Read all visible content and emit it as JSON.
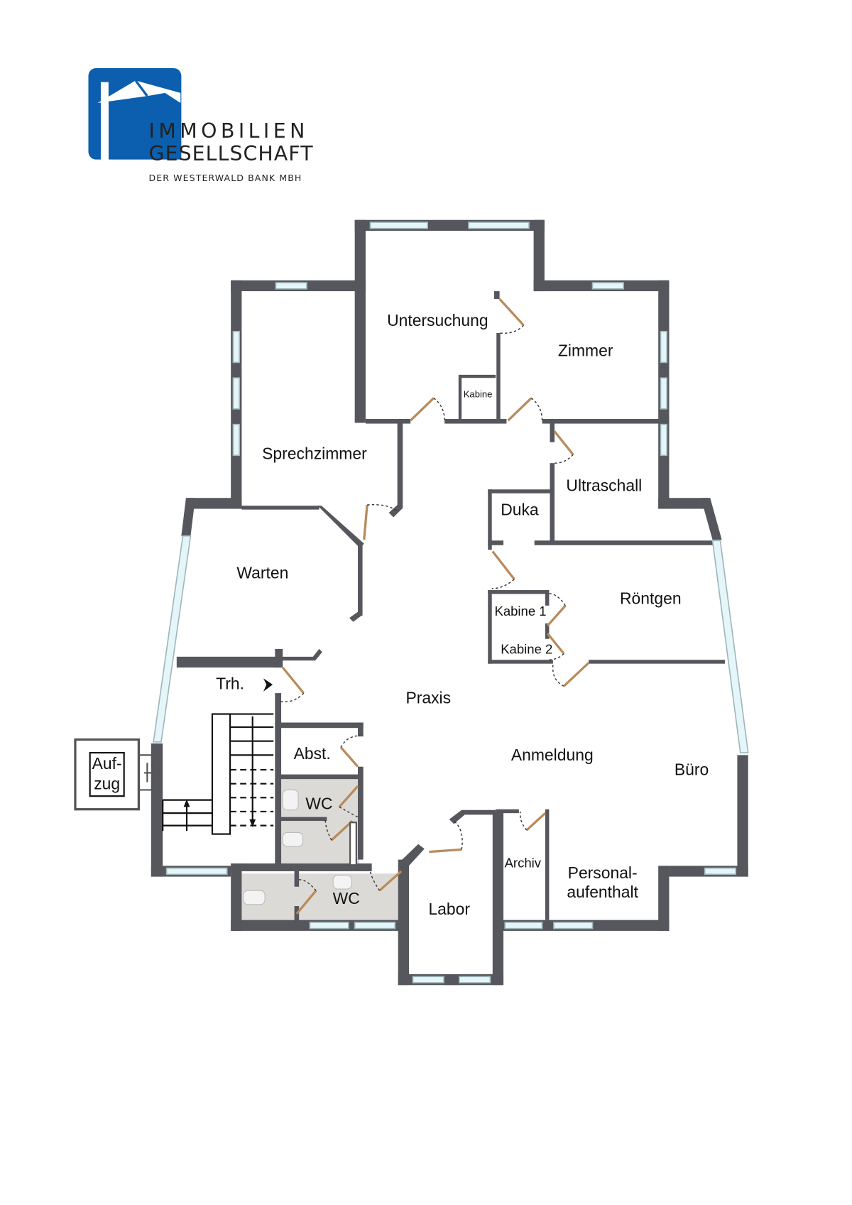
{
  "logo": {
    "line1": "IMMOBILIEN",
    "line2": "GESELLSCHAFT",
    "line3": "DER WESTERWALD BANK MBH",
    "brand_color": "#0b5fae"
  },
  "rooms": {
    "untersuchung": "Untersuchung",
    "kabine": "Kabine",
    "zimmer": "Zimmer",
    "sprechzimmer": "Sprechzimmer",
    "ultraschall": "Ultraschall",
    "duka": "Duka",
    "warten": "Warten",
    "roentgen": "Röntgen",
    "kabine1": "Kabine 1",
    "kabine2": "Kabine 2",
    "trh": "Trh.",
    "praxis": "Praxis",
    "abst": "Abst.",
    "anmeldung": "Anmeldung",
    "buero": "Büro",
    "aufzug1": "Auf-",
    "aufzug2": "zug",
    "wc1": "WC",
    "wc2": "WC",
    "archiv": "Archiv",
    "personal1": "Personal-",
    "personal2": "aufenthalt",
    "labor": "Labor"
  },
  "colors": {
    "wall": "#55575c",
    "window": "#e4f6fa",
    "door": "#b98a5a",
    "tile": "#dcdad7"
  }
}
